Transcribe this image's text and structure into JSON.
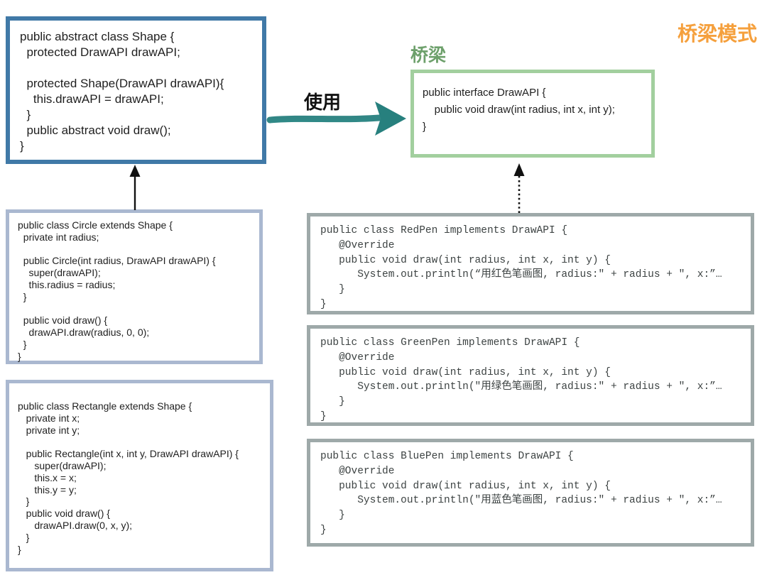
{
  "title": "桥梁模式",
  "labels": {
    "usage": "使用",
    "bridge": "桥梁"
  },
  "colors": {
    "abstraction_main_border": "#4079a7",
    "abstraction_sub_border": "#aab8d0",
    "bridge_border": "#a2cf9e",
    "implementor_border": "#9ea9a9",
    "bridge_label_text": "#6da06b",
    "title_text": "#f5a03d",
    "usage_arrow": "#27807e",
    "relation_arrow": "#111111"
  },
  "boxes": {
    "shape": {
      "lines": [
        "public abstract class Shape {",
        "  protected DrawAPI drawAPI;",
        "",
        "  protected Shape(DrawAPI drawAPI){",
        "    this.drawAPI = drawAPI;",
        "  }",
        "  public abstract void draw();",
        "}"
      ]
    },
    "drawapi": {
      "lines": [
        "public interface DrawAPI {",
        "    public void draw(int radius, int x, int y);",
        "}"
      ]
    },
    "circle": {
      "lines": [
        "public class Circle extends Shape {",
        "  private int radius;",
        "",
        "  public Circle(int radius, DrawAPI drawAPI) {",
        "    super(drawAPI);",
        "    this.radius = radius;",
        "  }",
        "",
        "  public void draw() {",
        "    drawAPI.draw(radius, 0, 0);",
        "  }",
        "}"
      ]
    },
    "rectangle": {
      "lines": [
        "public class Rectangle extends Shape {",
        "   private int x;",
        "   private int y;",
        "",
        "   public Rectangle(int x, int y, DrawAPI drawAPI) {",
        "      super(drawAPI);",
        "      this.x = x;",
        "      this.y = y;",
        "   }",
        "   public void draw() {",
        "      drawAPI.draw(0, x, y);",
        "   }",
        "}"
      ]
    },
    "redpen": {
      "lines": [
        "public class RedPen implements DrawAPI {",
        "   @Override",
        "   public void draw(int radius, int x, int y) {",
        "      System.out.println(“用红色笔画图, radius:\" + radius + \", x:”…",
        "   }",
        "}"
      ]
    },
    "greenpen": {
      "lines": [
        "public class GreenPen implements DrawAPI {",
        "   @Override",
        "   public void draw(int radius, int x, int y) {",
        "      System.out.println(\"用绿色笔画图, radius:\" + radius + \", x:”…",
        "   }",
        "}"
      ]
    },
    "bluepen": {
      "lines": [
        "public class BluePen implements DrawAPI {",
        "   @Override",
        "   public void draw(int radius, int x, int y) {",
        "      System.out.println(\"用蓝色笔画图, radius:\" + radius + \", x:”…",
        "   }",
        "}"
      ]
    }
  }
}
